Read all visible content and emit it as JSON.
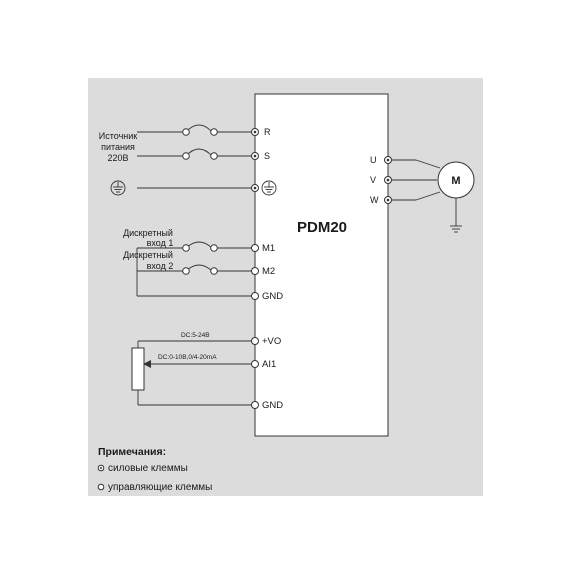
{
  "colors": {
    "background": "#dcdcdc",
    "box": "#ffffff",
    "line": "#333333"
  },
  "device": {
    "name": "PDM20"
  },
  "power": {
    "source_label_line1": "Источник",
    "source_label_line2": "питания",
    "source_label_line3": "220В",
    "terminal_r": "R",
    "terminal_s": "S",
    "ground_icon": "ground-icon"
  },
  "output": {
    "terminal_u": "U",
    "terminal_v": "V",
    "terminal_w": "W",
    "motor": "M"
  },
  "digital_inputs": {
    "input1_line1": "Дискретный",
    "input1_line2": "вход 1",
    "input2_line1": "Дискретный",
    "input2_line2": "вход 2",
    "terminal_m1": "M1",
    "terminal_m2": "M2",
    "terminal_gnd": "GND"
  },
  "analog": {
    "supply_label": "DC:5-24В",
    "signal_label": "DC:0-10В,0/4-20mA",
    "terminal_vo": "+VO",
    "terminal_ai1": "AI1",
    "terminal_gnd": "GND"
  },
  "notes": {
    "title": "Примечания:",
    "power_terminals": "силовые клеммы",
    "control_terminals": "управляющие клеммы"
  }
}
